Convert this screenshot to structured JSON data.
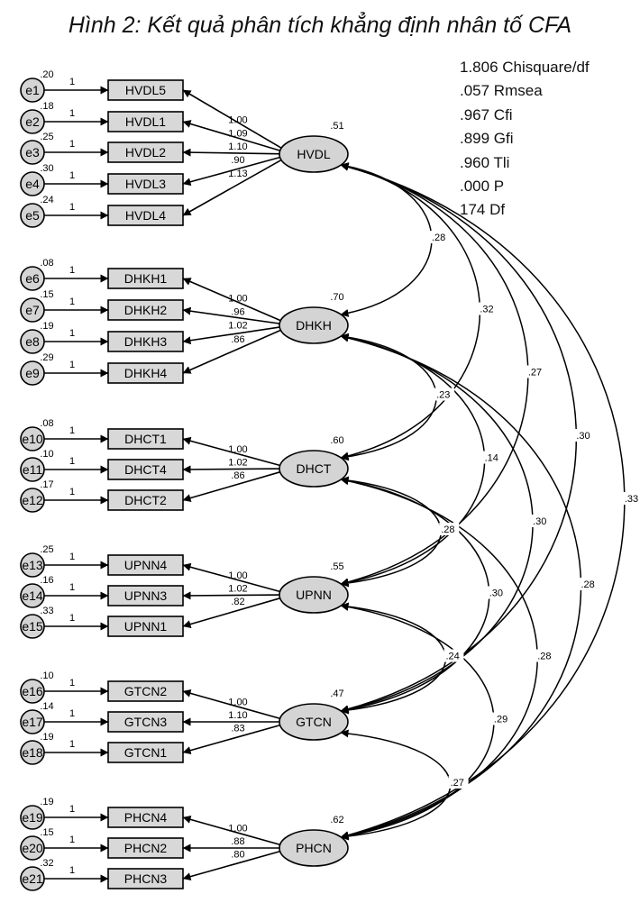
{
  "title": "Hình 2: Kết quả phân tích khẳng định nhân tố CFA",
  "fit_stats": [
    "1.806 Chisquare/df",
    ".057 Rmsea",
    ".967 Cfi",
    ".899 Gfi",
    ".960 Tli",
    ".000 P",
    "174 Df"
  ],
  "factors": [
    {
      "name": "HVDL",
      "variance": ".51",
      "indicators": [
        {
          "item": "HVDL5",
          "error": "e1",
          "error_var": ".20",
          "loading": "1.00"
        },
        {
          "item": "HVDL1",
          "error": "e2",
          "error_var": ".18",
          "loading": "1.09"
        },
        {
          "item": "HVDL2",
          "error": "e3",
          "error_var": ".25",
          "loading": "1.10"
        },
        {
          "item": "HVDL3",
          "error": "e4",
          "error_var": ".30",
          "loading": ".90"
        },
        {
          "item": "HVDL4",
          "error": "e5",
          "error_var": ".24",
          "loading": "1.13"
        }
      ]
    },
    {
      "name": "DHKH",
      "variance": ".70",
      "indicators": [
        {
          "item": "DHKH1",
          "error": "e6",
          "error_var": ".08",
          "loading": "1.00"
        },
        {
          "item": "DHKH2",
          "error": "e7",
          "error_var": ".15",
          "loading": ".96"
        },
        {
          "item": "DHKH3",
          "error": "e8",
          "error_var": ".19",
          "loading": "1.02"
        },
        {
          "item": "DHKH4",
          "error": "e9",
          "error_var": ".29",
          "loading": ".86"
        }
      ]
    },
    {
      "name": "DHCT",
      "variance": ".60",
      "indicators": [
        {
          "item": "DHCT1",
          "error": "e10",
          "error_var": ".08",
          "loading": "1.00"
        },
        {
          "item": "DHCT4",
          "error": "e11",
          "error_var": ".10",
          "loading": "1.02"
        },
        {
          "item": "DHCT2",
          "error": "e12",
          "error_var": ".17",
          "loading": ".86"
        }
      ]
    },
    {
      "name": "UPNN",
      "variance": ".55",
      "indicators": [
        {
          "item": "UPNN4",
          "error": "e13",
          "error_var": ".25",
          "loading": "1.00"
        },
        {
          "item": "UPNN3",
          "error": "e14",
          "error_var": ".16",
          "loading": "1.02"
        },
        {
          "item": "UPNN1",
          "error": "e15",
          "error_var": ".33",
          "loading": ".82"
        }
      ]
    },
    {
      "name": "GTCN",
      "variance": ".47",
      "indicators": [
        {
          "item": "GTCN2",
          "error": "e16",
          "error_var": ".10",
          "loading": "1.00"
        },
        {
          "item": "GTCN3",
          "error": "e17",
          "error_var": ".14",
          "loading": "1.10"
        },
        {
          "item": "GTCN1",
          "error": "e18",
          "error_var": ".19",
          "loading": ".83"
        }
      ]
    },
    {
      "name": "PHCN",
      "variance": ".62",
      "indicators": [
        {
          "item": "PHCN4",
          "error": "e19",
          "error_var": ".19",
          "loading": "1.00"
        },
        {
          "item": "PHCN2",
          "error": "e20",
          "error_var": ".15",
          "loading": ".88"
        },
        {
          "item": "PHCN3",
          "error": "e21",
          "error_var": ".32",
          "loading": ".80"
        }
      ]
    }
  ],
  "error_path_label": "1",
  "covariances": [
    {
      "from": "HVDL",
      "to": "DHKH",
      "value": ".28"
    },
    {
      "from": "HVDL",
      "to": "DHCT",
      "value": ".32"
    },
    {
      "from": "HVDL",
      "to": "UPNN",
      "value": ".27"
    },
    {
      "from": "HVDL",
      "to": "GTCN",
      "value": ".30"
    },
    {
      "from": "HVDL",
      "to": "PHCN",
      "value": ".33"
    },
    {
      "from": "DHKH",
      "to": "DHCT",
      "value": ".23"
    },
    {
      "from": "DHKH",
      "to": "UPNN",
      "value": ".14"
    },
    {
      "from": "DHKH",
      "to": "GTCN",
      "value": ".30"
    },
    {
      "from": "DHKH",
      "to": "PHCN",
      "value": ".28"
    },
    {
      "from": "DHCT",
      "to": "UPNN",
      "value": ".28"
    },
    {
      "from": "DHCT",
      "to": "GTCN",
      "value": ".30"
    },
    {
      "from": "DHCT",
      "to": "PHCN",
      "value": ".28"
    },
    {
      "from": "UPNN",
      "to": "GTCN",
      "value": ".24"
    },
    {
      "from": "UPNN",
      "to": "PHCN",
      "value": ".29"
    },
    {
      "from": "GTCN",
      "to": "PHCN",
      "value": ".27"
    }
  ]
}
